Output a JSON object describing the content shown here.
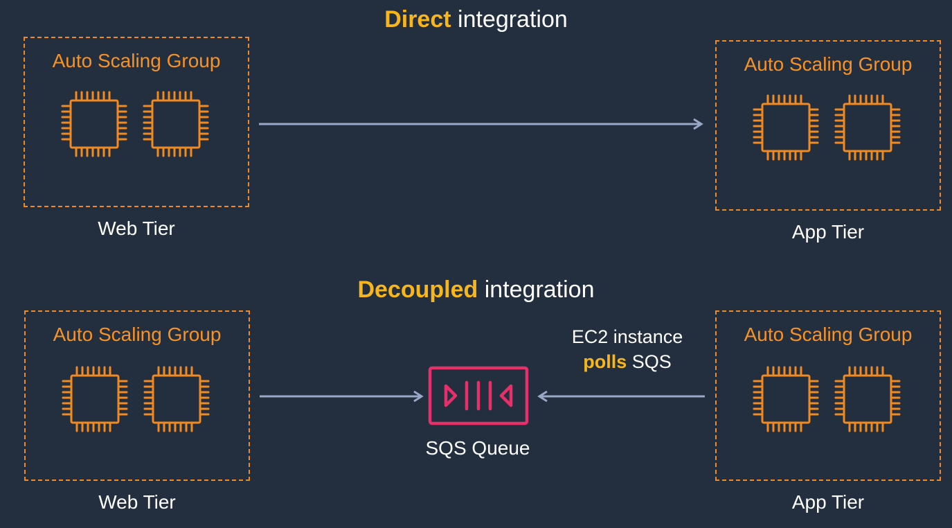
{
  "direct": {
    "title_highlight": "Direct",
    "title_rest": " integration",
    "web": {
      "group_label": "Auto Scaling Group",
      "tier_label": "Web Tier",
      "instances": [
        "ec2-instance",
        "ec2-instance"
      ]
    },
    "app": {
      "group_label": "Auto Scaling Group",
      "tier_label": "App Tier",
      "instances": [
        "ec2-instance",
        "ec2-instance"
      ]
    }
  },
  "decoupled": {
    "title_highlight": "Decoupled",
    "title_rest": " integration",
    "web": {
      "group_label": "Auto Scaling Group",
      "tier_label": "Web Tier",
      "instances": [
        "ec2-instance",
        "ec2-instance"
      ]
    },
    "app": {
      "group_label": "Auto Scaling Group",
      "tier_label": "App Tier",
      "instances": [
        "ec2-instance",
        "ec2-instance"
      ]
    },
    "queue": {
      "label": "SQS Queue",
      "icon": "sqs-queue-icon"
    },
    "note": {
      "line1": "EC2 instance",
      "highlight": "polls",
      "rest": " SQS"
    }
  },
  "colors": {
    "background": "#232f3e",
    "accent_orange": "#f08a21",
    "highlight_yellow": "#f8b61b",
    "sqs_pink": "#e7306a",
    "arrow": "#9aa8c8"
  }
}
